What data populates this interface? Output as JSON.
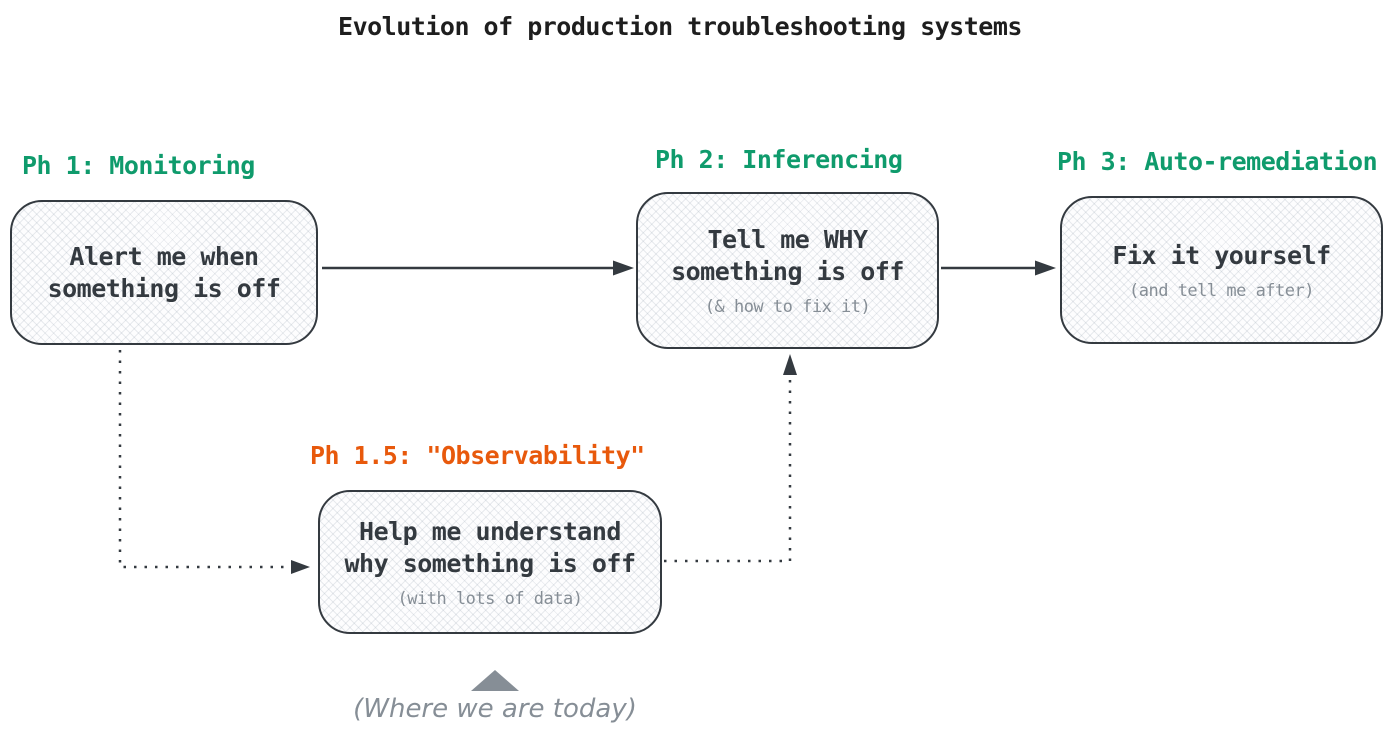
{
  "title": "Evolution of production troubleshooting systems",
  "colors": {
    "phase_label_green": "#0f9b6c",
    "phase_label_orange": "#e8590c",
    "box_border": "#343a40",
    "box_text": "#343a40",
    "subtext_gray": "#868e96",
    "arrow": "#343a40",
    "annotation_gray": "#868e96"
  },
  "phases": [
    {
      "id": "ph1",
      "label": "Ph 1: Monitoring",
      "lines": [
        "Alert me when",
        "something is off"
      ],
      "sub": ""
    },
    {
      "id": "ph2",
      "label": "Ph 2: Inferencing",
      "lines": [
        "Tell me WHY",
        "something is off"
      ],
      "sub": "(& how to fix it)"
    },
    {
      "id": "ph3",
      "label": "Ph 3: Auto-remediation",
      "lines": [
        "Fix it yourself",
        ""
      ],
      "sub": "(and tell me after)"
    },
    {
      "id": "ph15",
      "label": "Ph 1.5: \"Observability\"",
      "lines": [
        "Help me understand",
        "why something is off"
      ],
      "sub": "(with lots of data)"
    }
  ],
  "arrows": [
    {
      "id": "ph1-to-ph2",
      "style": "solid"
    },
    {
      "id": "ph2-to-ph3",
      "style": "solid"
    },
    {
      "id": "ph1-to-ph15",
      "style": "dotted"
    },
    {
      "id": "ph15-to-ph2",
      "style": "dotted"
    }
  ],
  "annotation": {
    "pointer": "triangle-up-icon",
    "text": "(Where we are today)"
  }
}
